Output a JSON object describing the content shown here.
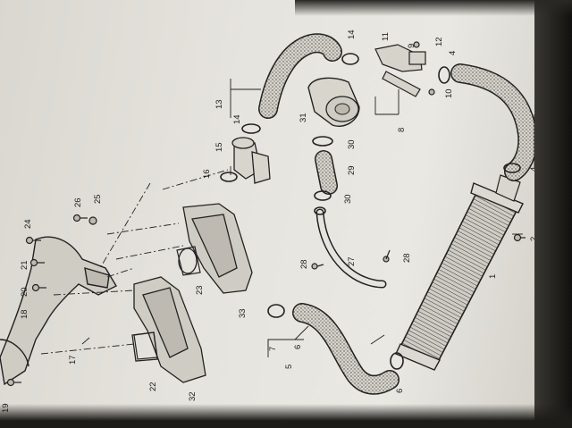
{
  "diagram": {
    "callouts": [
      {
        "id": "c1",
        "text": "1"
      },
      {
        "id": "c2",
        "text": "2"
      },
      {
        "id": "c3",
        "text": "3"
      },
      {
        "id": "c4a",
        "text": "4"
      },
      {
        "id": "c4b",
        "text": "4"
      },
      {
        "id": "c5",
        "text": "5"
      },
      {
        "id": "c6a",
        "text": "6"
      },
      {
        "id": "c6b",
        "text": "6"
      },
      {
        "id": "c7",
        "text": "7"
      },
      {
        "id": "c8",
        "text": "8"
      },
      {
        "id": "c9",
        "text": "9"
      },
      {
        "id": "c10",
        "text": "10"
      },
      {
        "id": "c11",
        "text": "11"
      },
      {
        "id": "c12",
        "text": "12"
      },
      {
        "id": "c13",
        "text": "13"
      },
      {
        "id": "c14a",
        "text": "14"
      },
      {
        "id": "c14b",
        "text": "14"
      },
      {
        "id": "c15",
        "text": "15"
      },
      {
        "id": "c16",
        "text": "16"
      },
      {
        "id": "c17",
        "text": "17"
      },
      {
        "id": "c18",
        "text": "18"
      },
      {
        "id": "c19",
        "text": "19"
      },
      {
        "id": "c20",
        "text": "20"
      },
      {
        "id": "c21",
        "text": "21"
      },
      {
        "id": "c22",
        "text": "22"
      },
      {
        "id": "c23",
        "text": "23"
      },
      {
        "id": "c24",
        "text": "24"
      },
      {
        "id": "c25",
        "text": "25"
      },
      {
        "id": "c26",
        "text": "26"
      },
      {
        "id": "c27",
        "text": "27"
      },
      {
        "id": "c28a",
        "text": "28"
      },
      {
        "id": "c28b",
        "text": "28"
      },
      {
        "id": "c29",
        "text": "29"
      },
      {
        "id": "c30a",
        "text": "30"
      },
      {
        "id": "c30b",
        "text": "30"
      },
      {
        "id": "c31",
        "text": "31"
      },
      {
        "id": "c32",
        "text": "32"
      },
      {
        "id": "c33",
        "text": "33"
      }
    ]
  }
}
